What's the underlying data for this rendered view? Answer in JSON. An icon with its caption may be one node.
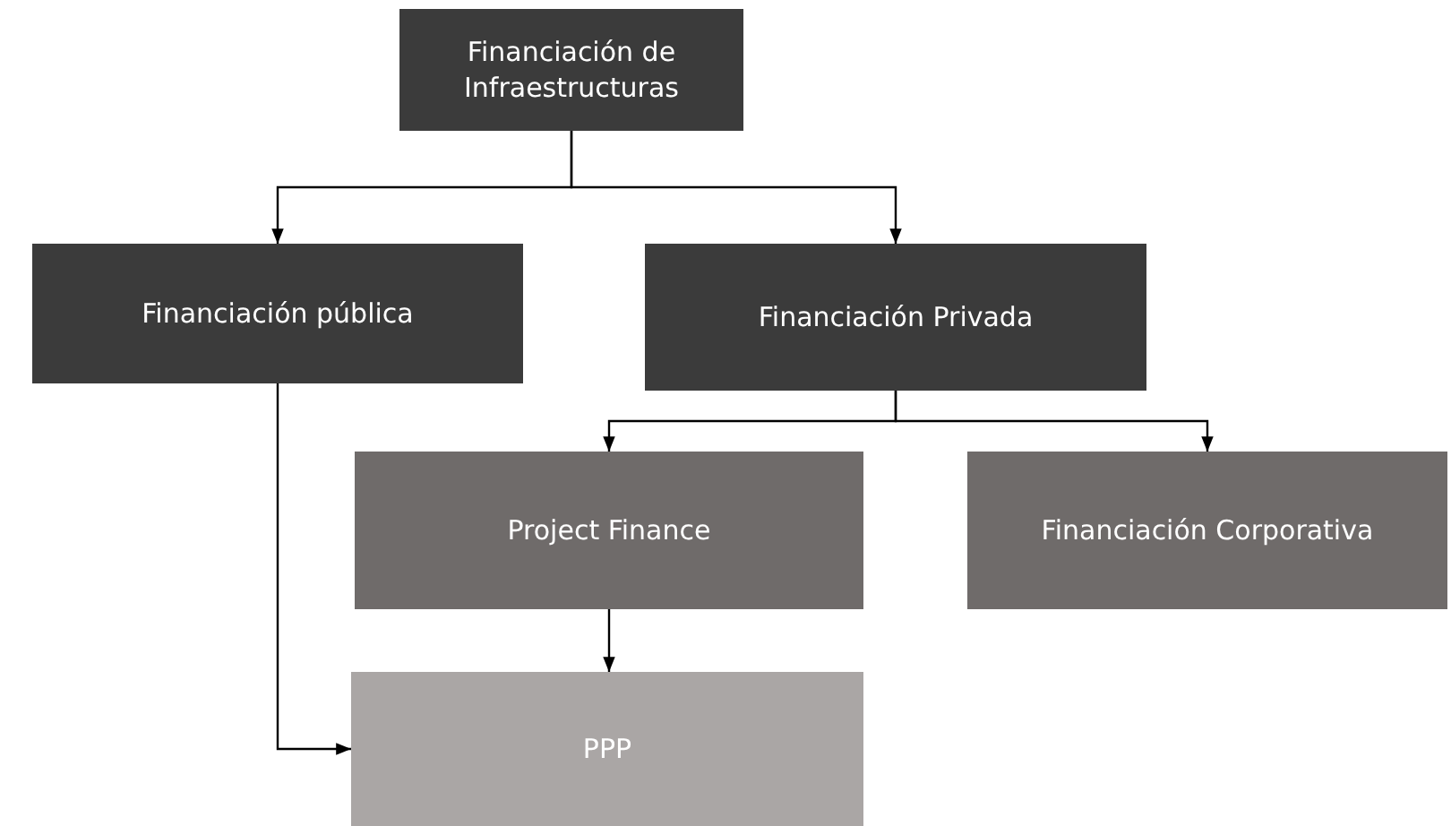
{
  "diagram": {
    "nodes": [
      {
        "text": [
          "Financiación de Infraestructuras"
        ]
      },
      {
        "text": [
          "Financiación pública"
        ]
      },
      {
        "text": [
          "Financiación Privada"
        ]
      },
      {
        "text": [
          "Project Finance"
        ]
      },
      {
        "text": [
          "Financiación Corporativa"
        ]
      },
      {
        "text": [
          "PPP"
        ]
      }
    ],
    "edges": [
      {
        "from": 0,
        "to": 1,
        "arrow": "to"
      },
      {
        "from": 0,
        "to": 2,
        "arrow": "to"
      },
      {
        "from": 2,
        "to": 3,
        "arrow": "to"
      },
      {
        "from": 2,
        "to": 4,
        "arrow": "to"
      },
      {
        "from": 3,
        "to": 5,
        "arrow": "to"
      },
      {
        "from": 1,
        "to": 5,
        "arrow": "to"
      }
    ]
  }
}
